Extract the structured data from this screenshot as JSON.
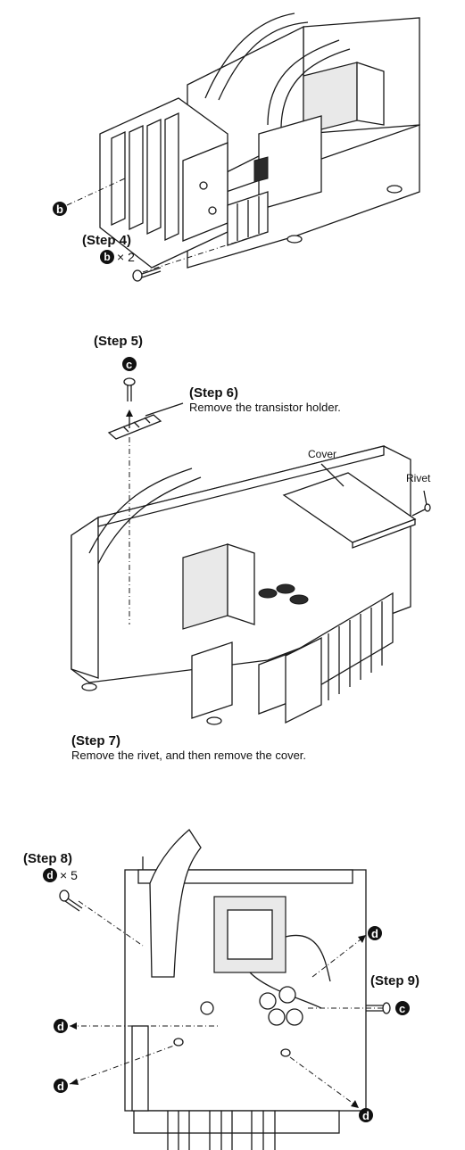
{
  "badges": {
    "b": "b",
    "c": "c",
    "d": "d"
  },
  "figure1": {
    "step4": {
      "title": "(Step 4)",
      "badge": "b",
      "qty": "× 2"
    }
  },
  "figure2": {
    "step5": {
      "title": "(Step 5)",
      "badge": "c"
    },
    "step6": {
      "title": "(Step 6)",
      "text": "Remove the transistor holder."
    },
    "cover_label": "Cover",
    "rivet_label": "Rivet",
    "step7": {
      "title": "(Step 7)",
      "text": "Remove the rivet, and then remove the cover."
    }
  },
  "figure3": {
    "step8": {
      "title": "(Step 8)",
      "badge": "d",
      "qty": "× 5"
    },
    "step9": {
      "title": "(Step 9)",
      "badge": "c"
    }
  }
}
